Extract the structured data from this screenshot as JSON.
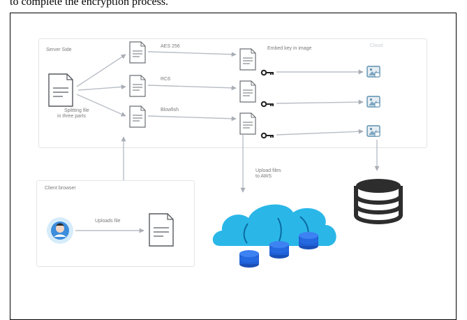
{
  "page": {
    "caption": "to complete the encryption process."
  },
  "diagram": {
    "server_side_label": "Server Side",
    "split_label_line1": "Splitting file",
    "split_label_line2": "in three parts",
    "algorithms": [
      "AES 256",
      "RC6",
      "Blowfish"
    ],
    "embed_label": "Embed key in image",
    "cloud_label": "Cloud",
    "upload_label_line1": "Upload files",
    "upload_label_line2": "to AWS",
    "client_label": "Client browser",
    "uploads_label": "Uploads file"
  },
  "colors": {
    "arrow": "#b9bec6",
    "doc_stroke": "#6b6f75",
    "cloud": "#2ab7e8",
    "db_blue": "#1f5fd6",
    "key": "#222222",
    "database": "#2d2d2d",
    "image_icon": "#5c8fb0"
  }
}
